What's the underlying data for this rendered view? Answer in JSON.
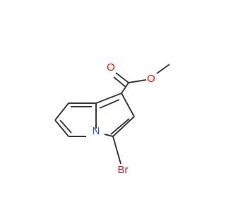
{
  "molecule": {
    "atoms": {
      "oxygen_carbonyl": {
        "symbol": "O",
        "color": "#ff0d0d"
      },
      "oxygen_ester": {
        "symbol": "O",
        "color": "#ff0d0d"
      },
      "nitrogen": {
        "symbol": "N",
        "color": "#3050f8"
      },
      "bromine": {
        "symbol": "Br",
        "color": "#a62929"
      }
    },
    "bond_color": "#3b3b3b"
  }
}
